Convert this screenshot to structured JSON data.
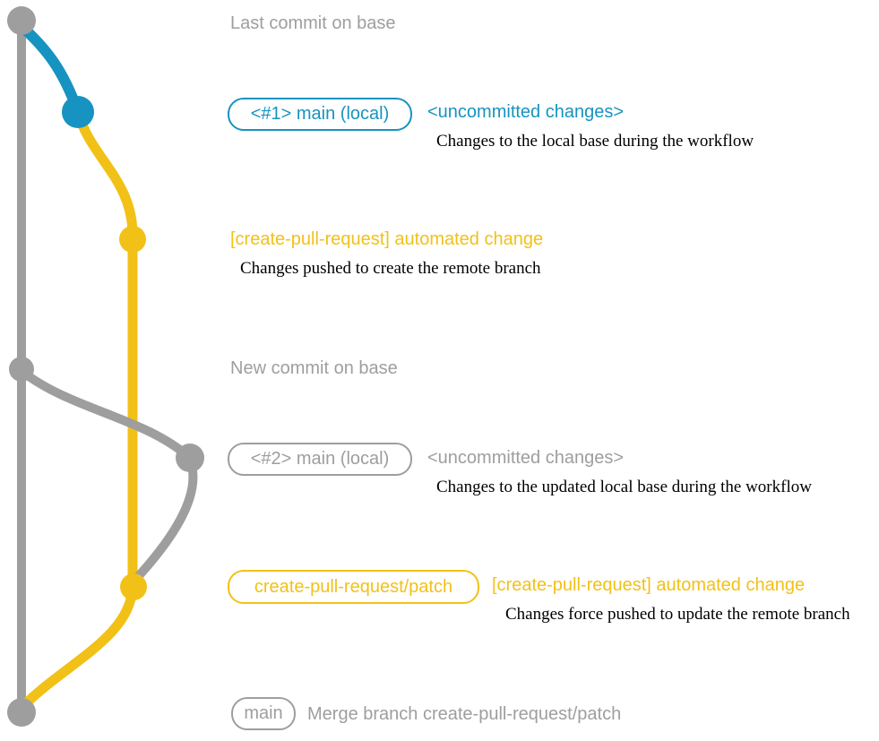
{
  "colors": {
    "gray": "#9e9e9e",
    "blue": "#1793c1",
    "yellow": "#f2c117",
    "note_text": "#000000",
    "background": "#ffffff"
  },
  "graph": {
    "branches": [
      {
        "name": "base",
        "color": "gray"
      },
      {
        "name": "main-local",
        "color": "blue"
      },
      {
        "name": "create-pull-request-patch",
        "color": "yellow"
      }
    ],
    "commits": [
      {
        "name": "last-commit-on-base",
        "color": "gray"
      },
      {
        "name": "local-main-commit-1",
        "color": "blue"
      },
      {
        "name": "patch-commit-1",
        "color": "yellow"
      },
      {
        "name": "new-commit-on-base",
        "color": "gray"
      },
      {
        "name": "local-main-commit-2",
        "color": "gray"
      },
      {
        "name": "patch-commit-2",
        "color": "yellow"
      },
      {
        "name": "merge-commit",
        "color": "gray"
      }
    ]
  },
  "annotations": {
    "row1": {
      "label": "Last commit on base"
    },
    "row2": {
      "branch_tag": "<#1> main (local)",
      "message": "<uncommitted changes>",
      "note": "Changes to the local base during the workflow"
    },
    "row3": {
      "message": "[create-pull-request] automated change",
      "note": "Changes pushed to create the remote branch"
    },
    "row4": {
      "label": "New commit on base"
    },
    "row5": {
      "branch_tag": "<#2> main (local)",
      "message": "<uncommitted changes>",
      "note": "Changes to the updated local base during the workflow"
    },
    "row6": {
      "branch_tag": "create-pull-request/patch",
      "message": "[create-pull-request] automated change",
      "note": "Changes force pushed to update the remote branch"
    },
    "row7": {
      "branch_tag": "main",
      "message": "Merge branch create-pull-request/patch"
    }
  }
}
